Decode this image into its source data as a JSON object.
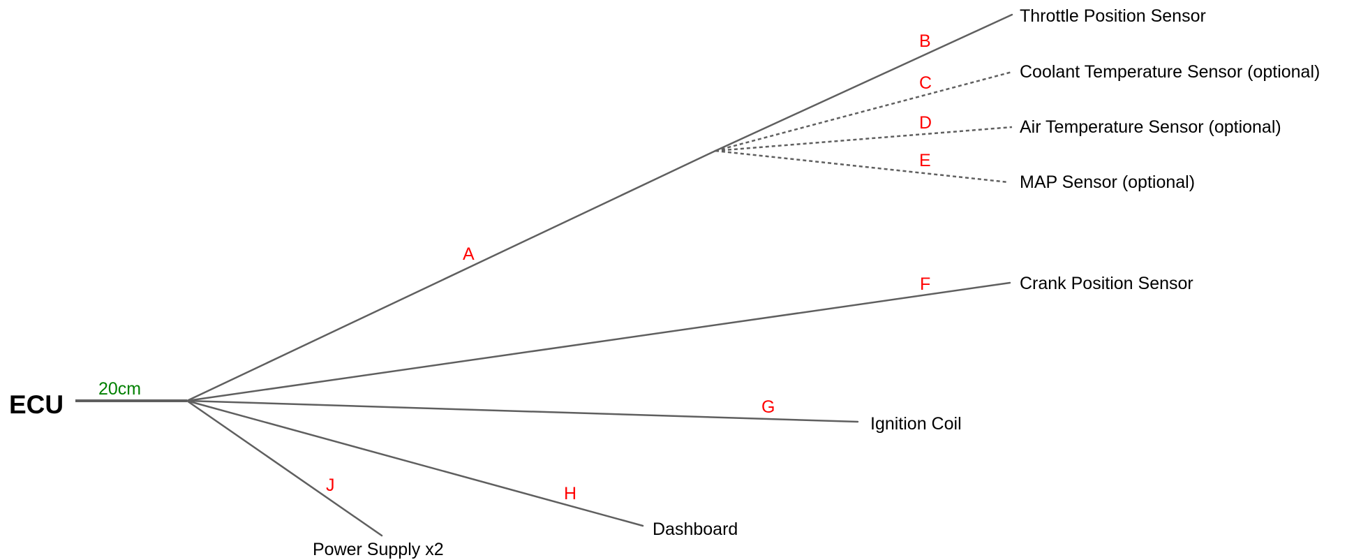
{
  "ecu": {
    "label": "ECU"
  },
  "trunk": {
    "length_label": "20cm"
  },
  "colors": {
    "wire": "#5f5f5f",
    "segment_label": "#ff0000",
    "length_label": "#008000",
    "text": "#000000"
  },
  "segments": {
    "A": "A",
    "B": "B",
    "C": "C",
    "D": "D",
    "E": "E",
    "F": "F",
    "G": "G",
    "H": "H",
    "J": "J"
  },
  "endpoints": {
    "throttle": "Throttle Position Sensor",
    "coolant": "Coolant Temperature Sensor (optional)",
    "air": "Air Temperature Sensor (optional)",
    "map": "MAP Sensor (optional)",
    "crank": "Crank Position Sensor",
    "ignition": "Ignition Coil",
    "dashboard": "Dashboard",
    "power": "Power Supply x2"
  }
}
